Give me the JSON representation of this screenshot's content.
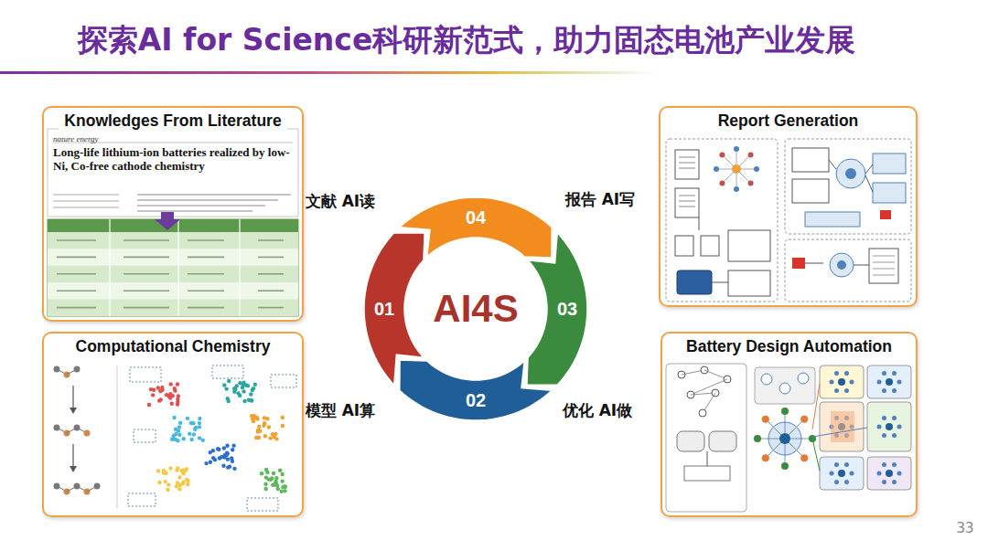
{
  "diagram": {
    "title": "探索AI for Science科研新范式，助力固态电池产业发展",
    "nodes": [
      {
        "text": [
          "Knowledges From Literature"
        ]
      },
      {
        "text": [
          "Report Generation"
        ]
      },
      {
        "text": [
          "AI4S"
        ]
      },
      {
        "text": [
          "01"
        ]
      },
      {
        "text": [
          "02"
        ]
      },
      {
        "text": [
          "03"
        ]
      },
      {
        "text": [
          "04"
        ]
      },
      {
        "text": [
          "Computational Chemistry"
        ]
      },
      {
        "text": [
          "Battery Design Automation"
        ]
      }
    ],
    "labels": [
      "nature energy",
      "Long-life lithium-ion batteries realized by low-Ni, Co-free cathode chemistry",
      "文献 AI读",
      "报告 AI写",
      "模型 AI算",
      "优化 AI做",
      "33"
    ]
  }
}
